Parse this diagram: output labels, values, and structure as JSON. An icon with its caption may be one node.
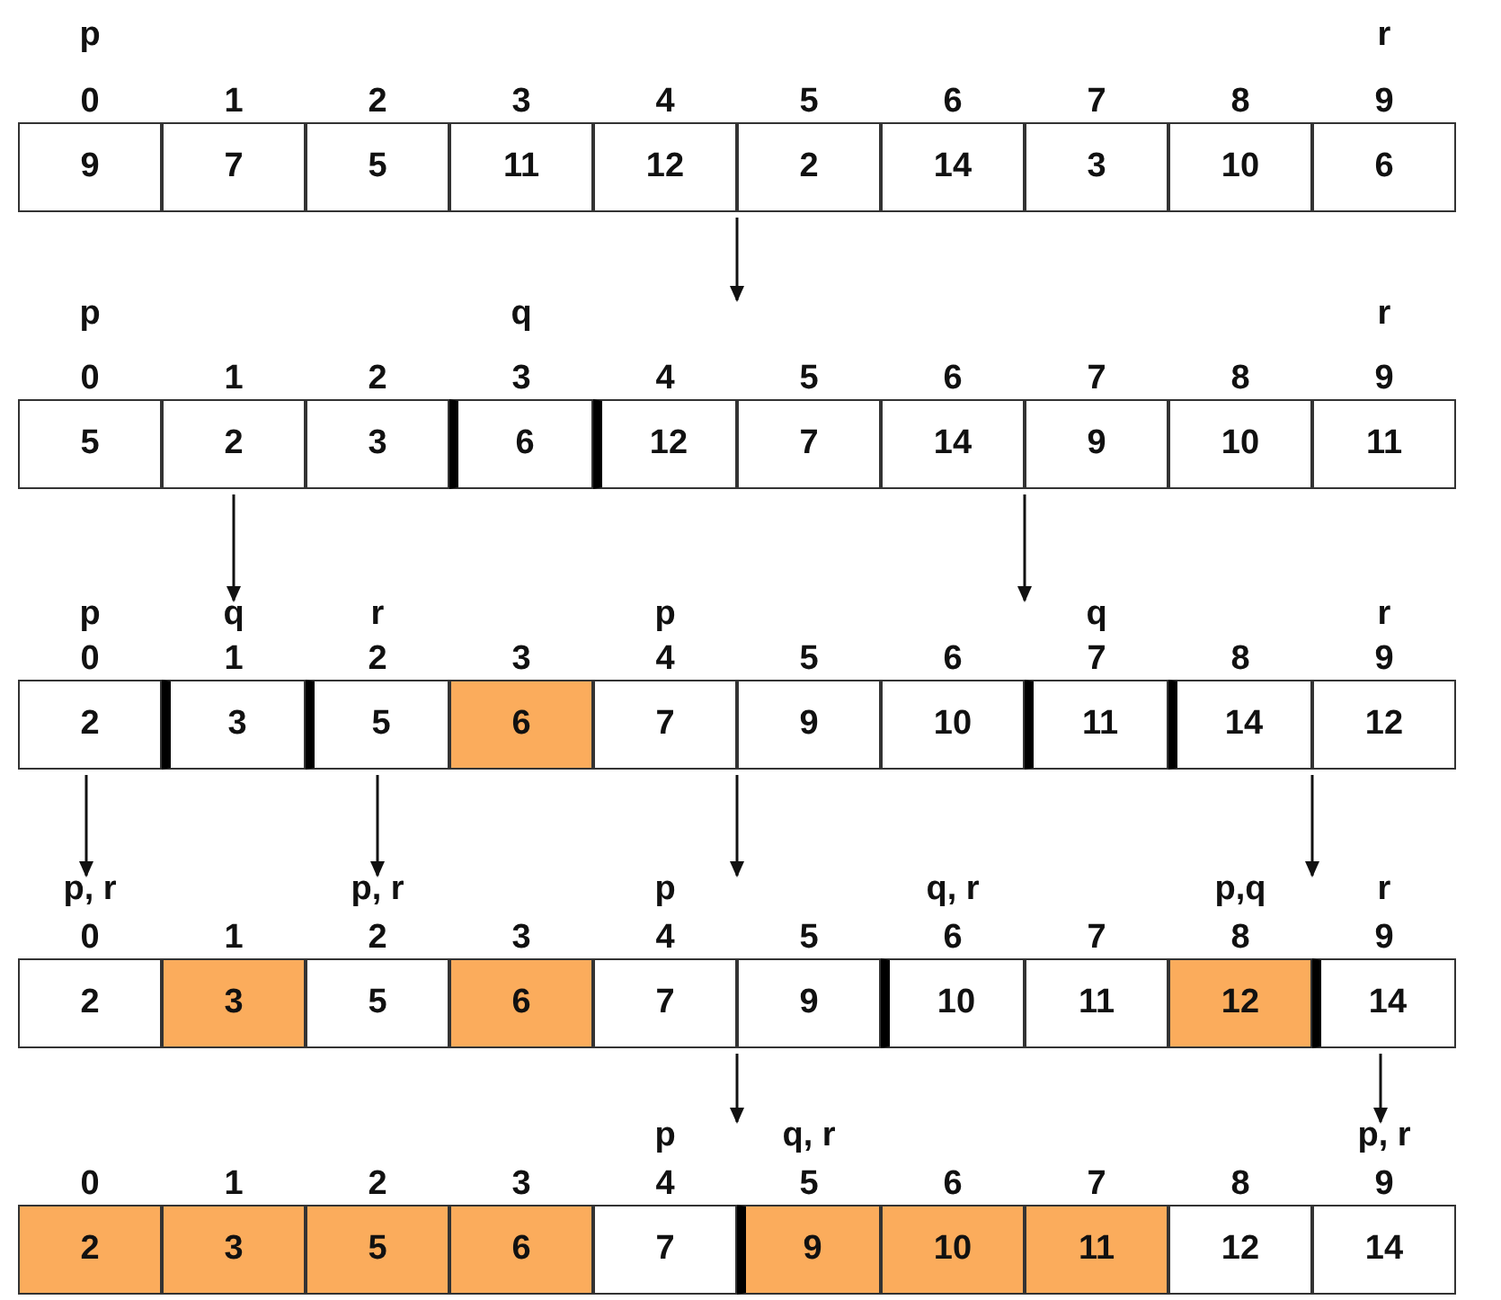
{
  "diagram": {
    "nodes": [
      {
        "text": [],
        "shape": "box"
      },
      {
        "text": [
          "9"
        ],
        "in": 0,
        "beside": [
          "p",
          "0"
        ]
      },
      {
        "text": [
          "7"
        ],
        "in": 0,
        "beside": [
          "1"
        ]
      },
      {
        "text": [
          "5"
        ],
        "in": 0,
        "beside": [
          "2"
        ]
      },
      {
        "text": [
          "11"
        ],
        "in": 0,
        "beside": [
          "3"
        ]
      },
      {
        "text": [
          "12"
        ],
        "in": 0,
        "beside": [
          "4"
        ]
      },
      {
        "text": [
          "2"
        ],
        "in": 0,
        "beside": [
          "5"
        ]
      },
      {
        "text": [
          "14"
        ],
        "in": 0,
        "beside": [
          "6"
        ]
      },
      {
        "text": [
          "3"
        ],
        "in": 0,
        "beside": [
          "7"
        ]
      },
      {
        "text": [
          "10"
        ],
        "in": 0,
        "beside": [
          "8"
        ]
      },
      {
        "text": [
          "6"
        ],
        "in": 0,
        "beside": [
          "r",
          "9"
        ]
      },
      {
        "text": [],
        "shape": "box"
      },
      {
        "text": [
          "5"
        ],
        "in": 11,
        "beside": [
          "p",
          "0"
        ]
      },
      {
        "text": [
          "2"
        ],
        "in": 11,
        "beside": [
          "1"
        ]
      },
      {
        "text": [
          "3"
        ],
        "in": 11,
        "beside": [
          "2"
        ]
      },
      {
        "text": [
          "6"
        ],
        "in": 11,
        "beside": [
          "q",
          "3"
        ]
      },
      {
        "text": [
          "12"
        ],
        "in": 11,
        "beside": [
          "4"
        ]
      },
      {
        "text": [
          "7"
        ],
        "in": 11,
        "beside": [
          "5"
        ]
      },
      {
        "text": [
          "14"
        ],
        "in": 11,
        "beside": [
          "6"
        ]
      },
      {
        "text": [
          "9"
        ],
        "in": 11,
        "beside": [
          "7"
        ]
      },
      {
        "text": [
          "10"
        ],
        "in": 11,
        "beside": [
          "8"
        ]
      },
      {
        "text": [
          "11"
        ],
        "in": 11,
        "beside": [
          "r",
          "9"
        ]
      },
      {
        "text": [],
        "shape": "box"
      },
      {
        "text": [
          "2"
        ],
        "in": 22,
        "beside": [
          "p",
          "0"
        ]
      },
      {
        "text": [
          "3"
        ],
        "in": 22,
        "beside": [
          "q",
          "1"
        ]
      },
      {
        "text": [
          "5"
        ],
        "in": 22,
        "beside": [
          "r",
          "2"
        ]
      },
      {
        "text": [
          "6"
        ],
        "in": 22,
        "beside": [
          "3"
        ]
      },
      {
        "text": [
          "7"
        ],
        "in": 22,
        "beside": [
          "p",
          "4"
        ]
      },
      {
        "text": [
          "9"
        ],
        "in": 22,
        "beside": [
          "5"
        ]
      },
      {
        "text": [
          "10"
        ],
        "in": 22,
        "beside": [
          "6"
        ]
      },
      {
        "text": [
          "11"
        ],
        "in": 22,
        "beside": [
          "q",
          "7"
        ]
      },
      {
        "text": [
          "14"
        ],
        "in": 22,
        "beside": [
          "8"
        ]
      },
      {
        "text": [
          "12"
        ],
        "in": 22,
        "beside": [
          "r",
          "9"
        ]
      },
      {
        "text": [],
        "shape": "box"
      },
      {
        "text": [
          "2"
        ],
        "in": 33,
        "beside": [
          "p, r",
          "0"
        ]
      },
      {
        "text": [
          "3"
        ],
        "in": 33,
        "beside": [
          "1"
        ]
      },
      {
        "text": [
          "5"
        ],
        "in": 33,
        "beside": [
          "p, r",
          "2"
        ]
      },
      {
        "text": [
          "6"
        ],
        "in": 33,
        "beside": [
          "3"
        ]
      },
      {
        "text": [
          "7"
        ],
        "in": 33,
        "beside": [
          "p",
          "4"
        ]
      },
      {
        "text": [
          "9"
        ],
        "in": 33,
        "beside": [
          "5"
        ]
      },
      {
        "text": [
          "10"
        ],
        "in": 33,
        "beside": [
          "q, r",
          "6"
        ]
      },
      {
        "text": [
          "11"
        ],
        "in": 33,
        "beside": [
          "7"
        ]
      },
      {
        "text": [
          "12"
        ],
        "in": 33,
        "beside": [
          "p,q",
          "8"
        ]
      },
      {
        "text": [
          "14"
        ],
        "in": 33,
        "beside": [
          "r",
          "9"
        ]
      },
      {
        "text": [],
        "shape": "box"
      },
      {
        "text": [
          "2"
        ],
        "in": 44,
        "beside": [
          "0"
        ]
      },
      {
        "text": [
          "3"
        ],
        "in": 44,
        "beside": [
          "1"
        ]
      },
      {
        "text": [
          "5"
        ],
        "in": 44,
        "beside": [
          "2"
        ]
      },
      {
        "text": [
          "6"
        ],
        "in": 44,
        "beside": [
          "3"
        ]
      },
      {
        "text": [
          "7"
        ],
        "in": 44,
        "beside": [
          "p",
          "4"
        ]
      },
      {
        "text": [
          "9"
        ],
        "in": 44,
        "beside": [
          "q, r",
          "5"
        ]
      },
      {
        "text": [
          "10"
        ],
        "in": 44,
        "beside": [
          "6"
        ]
      },
      {
        "text": [
          "11"
        ],
        "in": 44,
        "beside": [
          "7"
        ]
      },
      {
        "text": [
          "12"
        ],
        "in": 44,
        "beside": [
          "8"
        ]
      },
      {
        "text": [
          "14"
        ],
        "in": 44,
        "beside": [
          "p, r",
          "9"
        ]
      }
    ],
    "edges": [
      {
        "from": 0,
        "to": 11,
        "arrow": "to"
      },
      {
        "from": 11,
        "to": 22,
        "arrow": "to"
      },
      {
        "from": 11,
        "to": 22,
        "arrow": "to"
      },
      {
        "from": 22,
        "to": 33,
        "arrow": "to"
      },
      {
        "from": 22,
        "to": 33,
        "arrow": "to"
      },
      {
        "from": 22,
        "to": 33,
        "arrow": "to"
      },
      {
        "from": 22,
        "to": 33,
        "arrow": "to"
      },
      {
        "from": 33,
        "to": 44,
        "arrow": "to"
      },
      {
        "from": 33,
        "to": 44,
        "arrow": "to"
      }
    ]
  }
}
